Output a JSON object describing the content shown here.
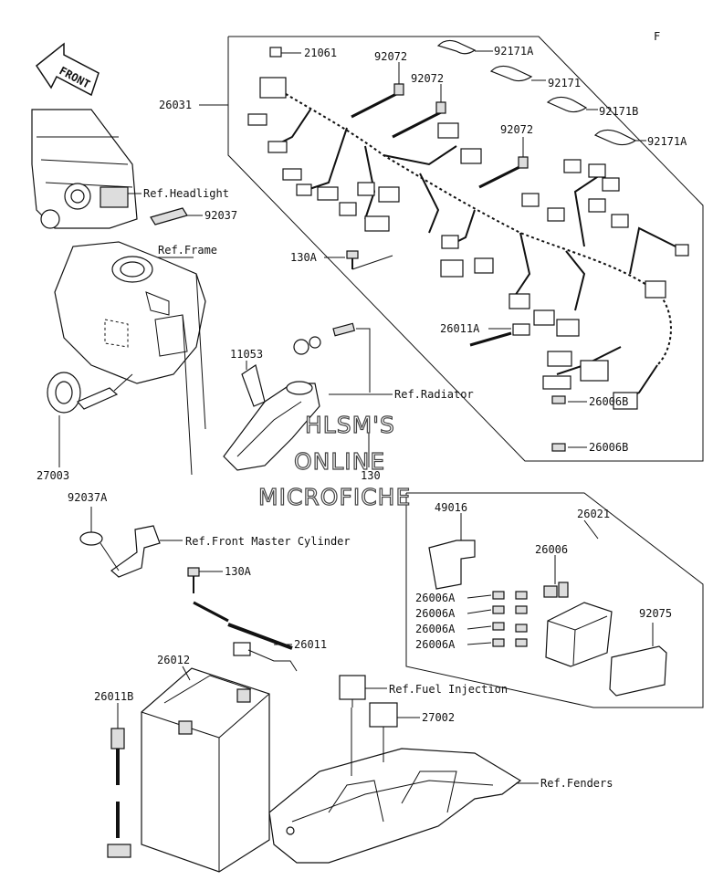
{
  "corner_letter": "F",
  "front_arrow": "FRONT",
  "watermark": [
    "HLSM'S",
    "ONLINE",
    "MICROFICHE"
  ],
  "labels": {
    "p21061": "21061",
    "p92072a": "92072",
    "p92072b": "92072",
    "p92072c": "92072",
    "p92171A_1": "92171A",
    "p92171": "92171",
    "p92171B": "92171B",
    "p92171A_2": "92171A",
    "p26031": "26031",
    "ref_headlight": "Ref.Headlight",
    "p92037": "92037",
    "ref_frame": "Ref.Frame",
    "p130A_1": "130A",
    "p26011A": "26011A",
    "p11053": "11053",
    "ref_radiator": "Ref.Radiator",
    "p26006B_1": "26006B",
    "p26006B_2": "26006B",
    "p27003": "27003",
    "p130": "130",
    "p49016": "49016",
    "p26021": "26021",
    "p92037A": "92037A",
    "ref_fmc": "Ref.Front Master Cylinder",
    "p26006": "26006",
    "p26006A_1": "26006A",
    "p26006A_2": "26006A",
    "p26006A_3": "26006A",
    "p26006A_4": "26006A",
    "p92075": "92075",
    "p130A_2": "130A",
    "p26011": "26011",
    "p26012": "26012",
    "ref_fuel": "Ref.Fuel Injection",
    "p26011B": "26011B",
    "p27002": "27002",
    "ref_fenders": "Ref.Fenders"
  }
}
